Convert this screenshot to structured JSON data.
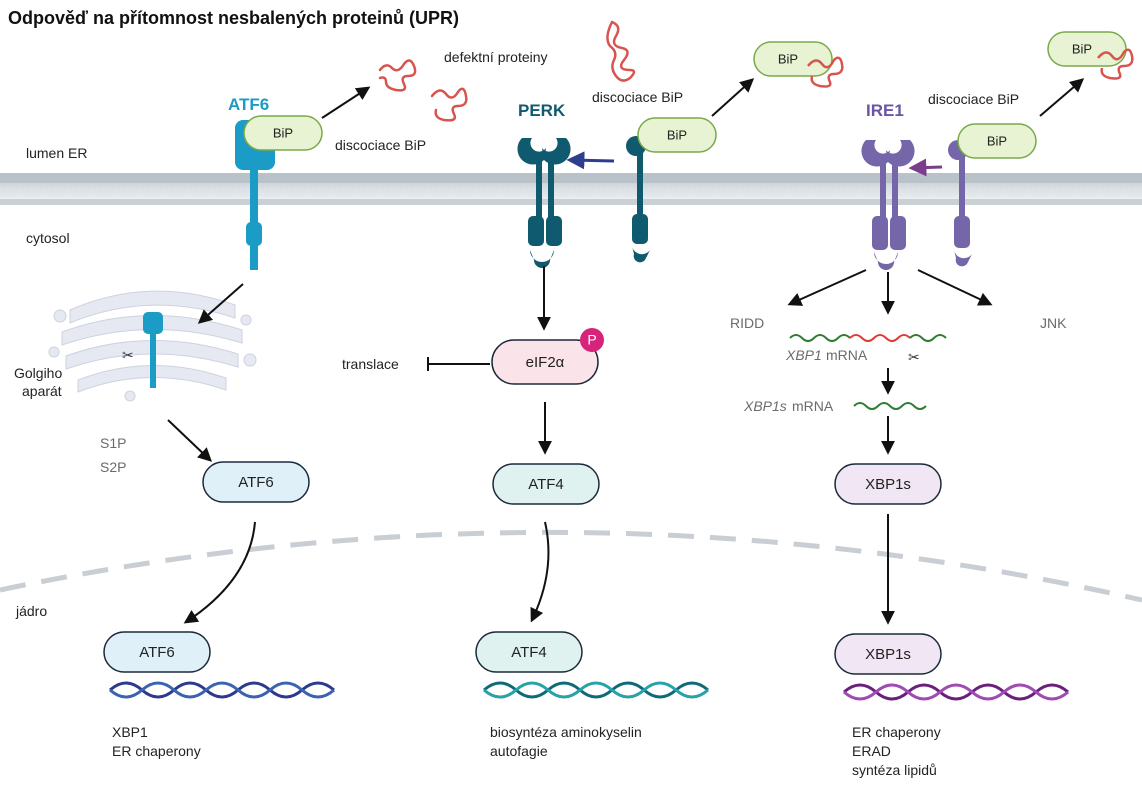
{
  "title": "Odpověď na přítomnost nesbalených proteinů (UPR)",
  "compartments": {
    "lumen": "lumen ER",
    "cytosol": "cytosol",
    "nucleus": "jádro"
  },
  "misfolded_label": "defektní proteiny",
  "dissociation_label": "discociace BiP",
  "bip_label": "BiP",
  "atf6_branch": {
    "sensor": "ATF6",
    "golgi": [
      "Golgiho",
      "aparát"
    ],
    "proteases": [
      "S1P",
      "S2P"
    ],
    "cytosol_factor": "ATF6",
    "nuclear_factor": "ATF6",
    "targets": [
      "XBP1",
      "ER chaperony"
    ]
  },
  "perk_branch": {
    "sensor": "PERK",
    "substrate": "eIF2α",
    "phospho": "P",
    "inhibited": "translace",
    "cytosol_factor": "ATF4",
    "nuclear_factor": "ATF4",
    "targets": [
      "biosyntéza aminokyselin",
      "autofagie"
    ]
  },
  "ire1_branch": {
    "sensor": "IRE1",
    "outputs": [
      "RIDD",
      "JNK"
    ],
    "xbp1_mrna_gene": "XBP1",
    "xbp1_mrna_suffix": " mRNA",
    "xbp1s_mrna_gene": "XBP1s",
    "xbp1s_mrna_suffix": " mRNA",
    "cytosol_factor": "XBP1s",
    "nuclear_factor": "XBP1s",
    "targets": [
      "ER chaperony",
      "ERAD",
      "syntéza lipidů"
    ]
  },
  "colors": {
    "atf6": "#1b9cc6",
    "perk": "#0f5a6e",
    "ire1": "#7466a8",
    "bip_fill": "#e7f3d2",
    "bip_stroke": "#7aa94a",
    "misfolded": "#d9534f",
    "phospho": "#d6247a",
    "membrane": "#b9c2c9"
  }
}
